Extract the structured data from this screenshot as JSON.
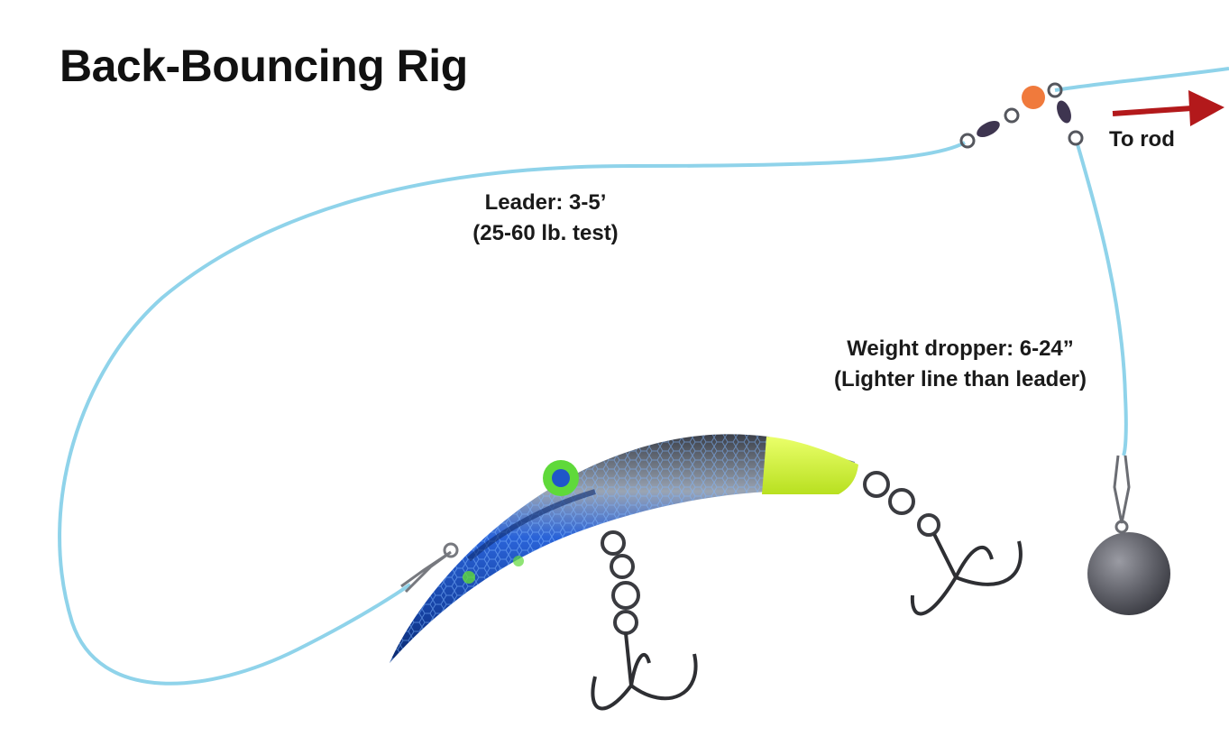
{
  "title": "Back-Bouncing Rig",
  "labels": {
    "leader_line1": "Leader: 3-5’",
    "leader_line2": "(25-60 lb. test)",
    "dropper_line1": "Weight dropper: 6-24”",
    "dropper_line2": "(Lighter line than leader)",
    "to_rod": "To rod"
  },
  "colors": {
    "line": "#8fd3ea",
    "arrow": "#b3191b",
    "bead": "#f07a3c",
    "lure_blue": "#1f56c9",
    "lure_chartreuse": "#d6f53c",
    "weight": "#5f6068"
  },
  "icons": [
    "swivel-icon",
    "bead-icon",
    "snap-icon",
    "lure-icon",
    "treble-hook-icon",
    "sinker-icon",
    "arrow-right-icon"
  ]
}
